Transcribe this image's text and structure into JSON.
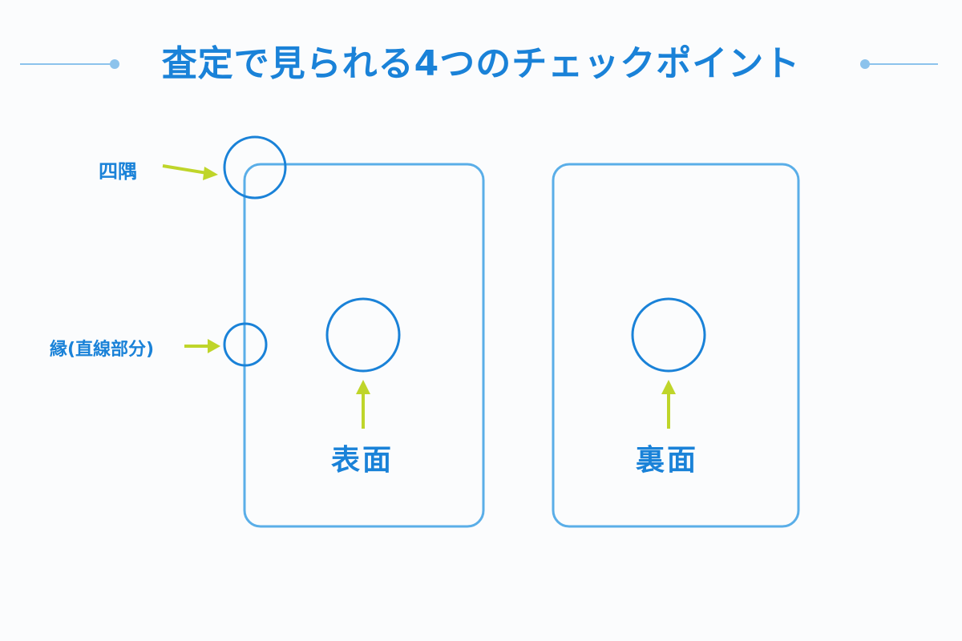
{
  "title": "査定で見られる4つのチェックポイント",
  "labels": {
    "corners": "四隅",
    "edges": "縁(直線部分)",
    "front": "表面",
    "back": "裏面"
  },
  "colors": {
    "title": "#1a82d8",
    "card_border": "#5aaee8",
    "circle": "#1a82d8",
    "arrow": "#bfd52a",
    "rule": "#8cc3ec"
  }
}
